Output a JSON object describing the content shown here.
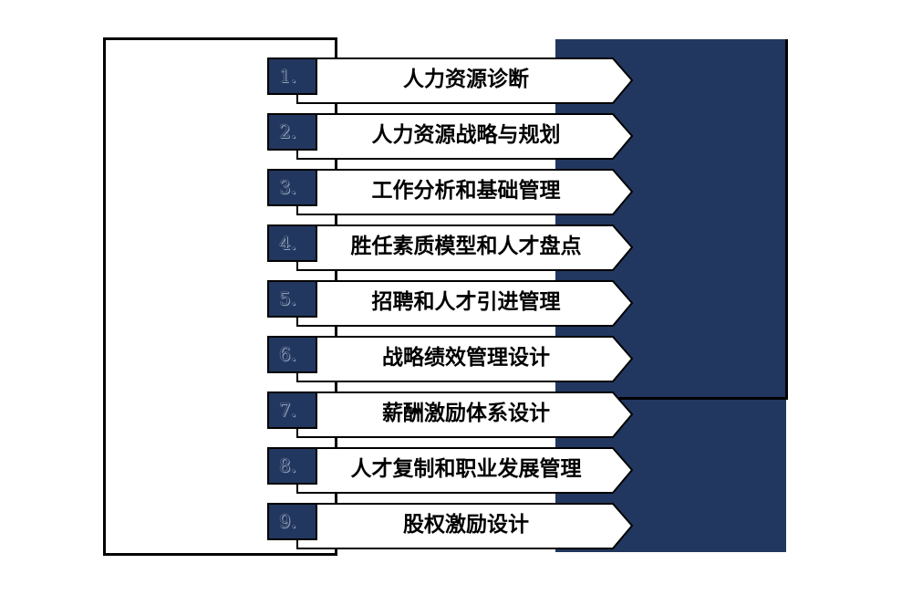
{
  "colors": {
    "navy": "#22375f",
    "outline": "#000000"
  },
  "items": [
    {
      "number": "1.",
      "label": "人力资源诊断"
    },
    {
      "number": "2.",
      "label": "人力资源战略与规划"
    },
    {
      "number": "3.",
      "label": "工作分析和基础管理"
    },
    {
      "number": "4.",
      "label": "胜任素质模型和人才盘点"
    },
    {
      "number": "5.",
      "label": "招聘和人才引进管理"
    },
    {
      "number": "6.",
      "label": "战略绩效管理设计"
    },
    {
      "number": "7.",
      "label": "薪酬激励体系设计"
    },
    {
      "number": "8.",
      "label": "人才复制和职业发展管理"
    },
    {
      "number": "9.",
      "label": "股权激励设计"
    }
  ]
}
